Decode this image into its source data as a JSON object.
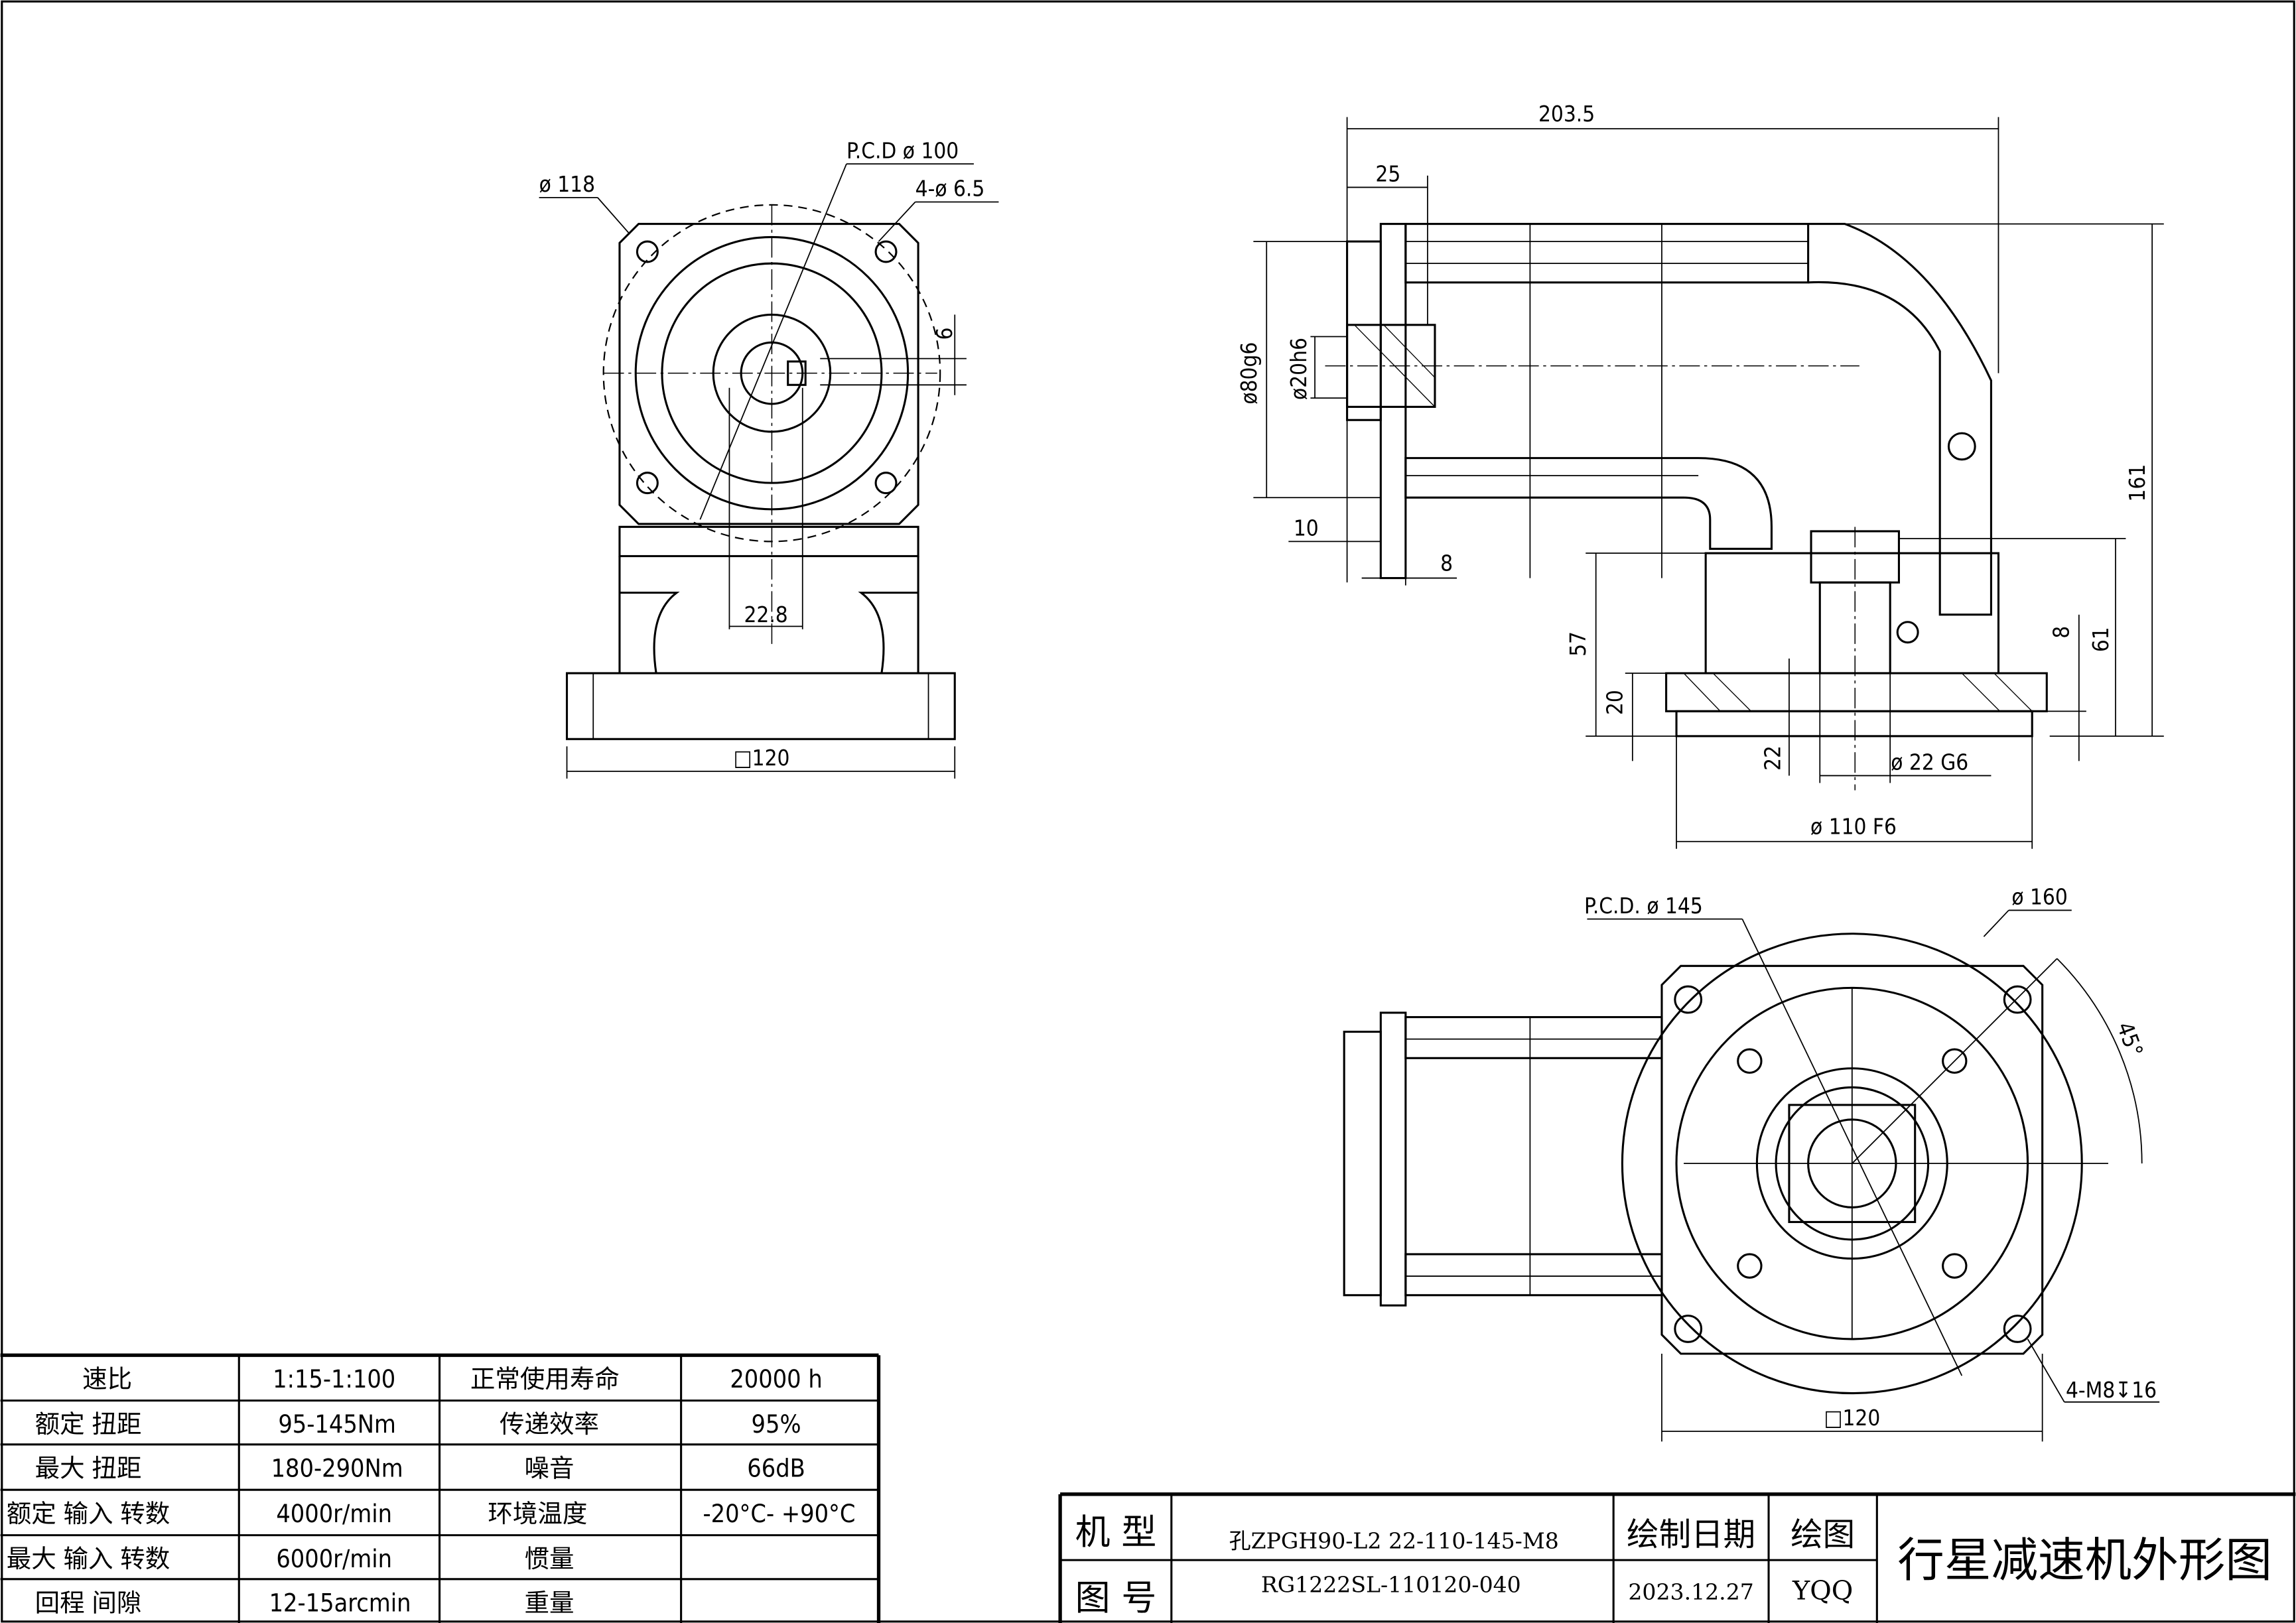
{
  "front_view": {
    "dims": {
      "d118": "ø 118",
      "pcd100": "P.C.D  ø 100",
      "holes": "4-ø 6.5",
      "key6": "6",
      "w228": "22.8",
      "sq120": "□120"
    }
  },
  "side_view": {
    "dims": {
      "l2035": "203.5",
      "l25": "25",
      "d80": "ø80g6",
      "d20": "ø20h6",
      "l10": "10",
      "l8a": "8",
      "h161": "161",
      "h61": "61",
      "h8": "8",
      "h57": "57",
      "h20": "20",
      "h22": "22",
      "d22": "ø 22 G6",
      "d110": "ø 110  F6"
    }
  },
  "bottom_view": {
    "dims": {
      "pcd145": "P.C.D.  ø 145",
      "d160": "ø 160",
      "a45": "45°",
      "m8": "4-M8↧16",
      "sq120": "□120"
    }
  },
  "spec_table": {
    "rows": [
      [
        "速比",
        "1:15-1:100",
        "正常使用寿命",
        "20000  h"
      ],
      [
        "额定 扭距",
        "95-145Nm",
        "传递效率",
        "95%"
      ],
      [
        "最大 扭距",
        "180-290Nm",
        "噪音",
        "66dB"
      ],
      [
        "额定 输入 转数",
        "4000r/min",
        "环境温度",
        "-20°C-  +90°C"
      ],
      [
        "最大 输入 转数",
        "6000r/min",
        "惯量",
        ""
      ],
      [
        "回程 间隙",
        "12-15arcmin",
        "重量",
        ""
      ]
    ]
  },
  "title_block": {
    "model_label": "机 型",
    "model_value": "孔ZPGH90-L2  22-110-145-M8",
    "drawing_no_label": "图 号",
    "drawing_no_value": "RG1222SL-110120-040",
    "date_label": "绘制日期",
    "date_value": "2023.12.27",
    "drawn_label": "绘图",
    "drawn_value": "YQQ",
    "title": "行星减速机外形图"
  }
}
